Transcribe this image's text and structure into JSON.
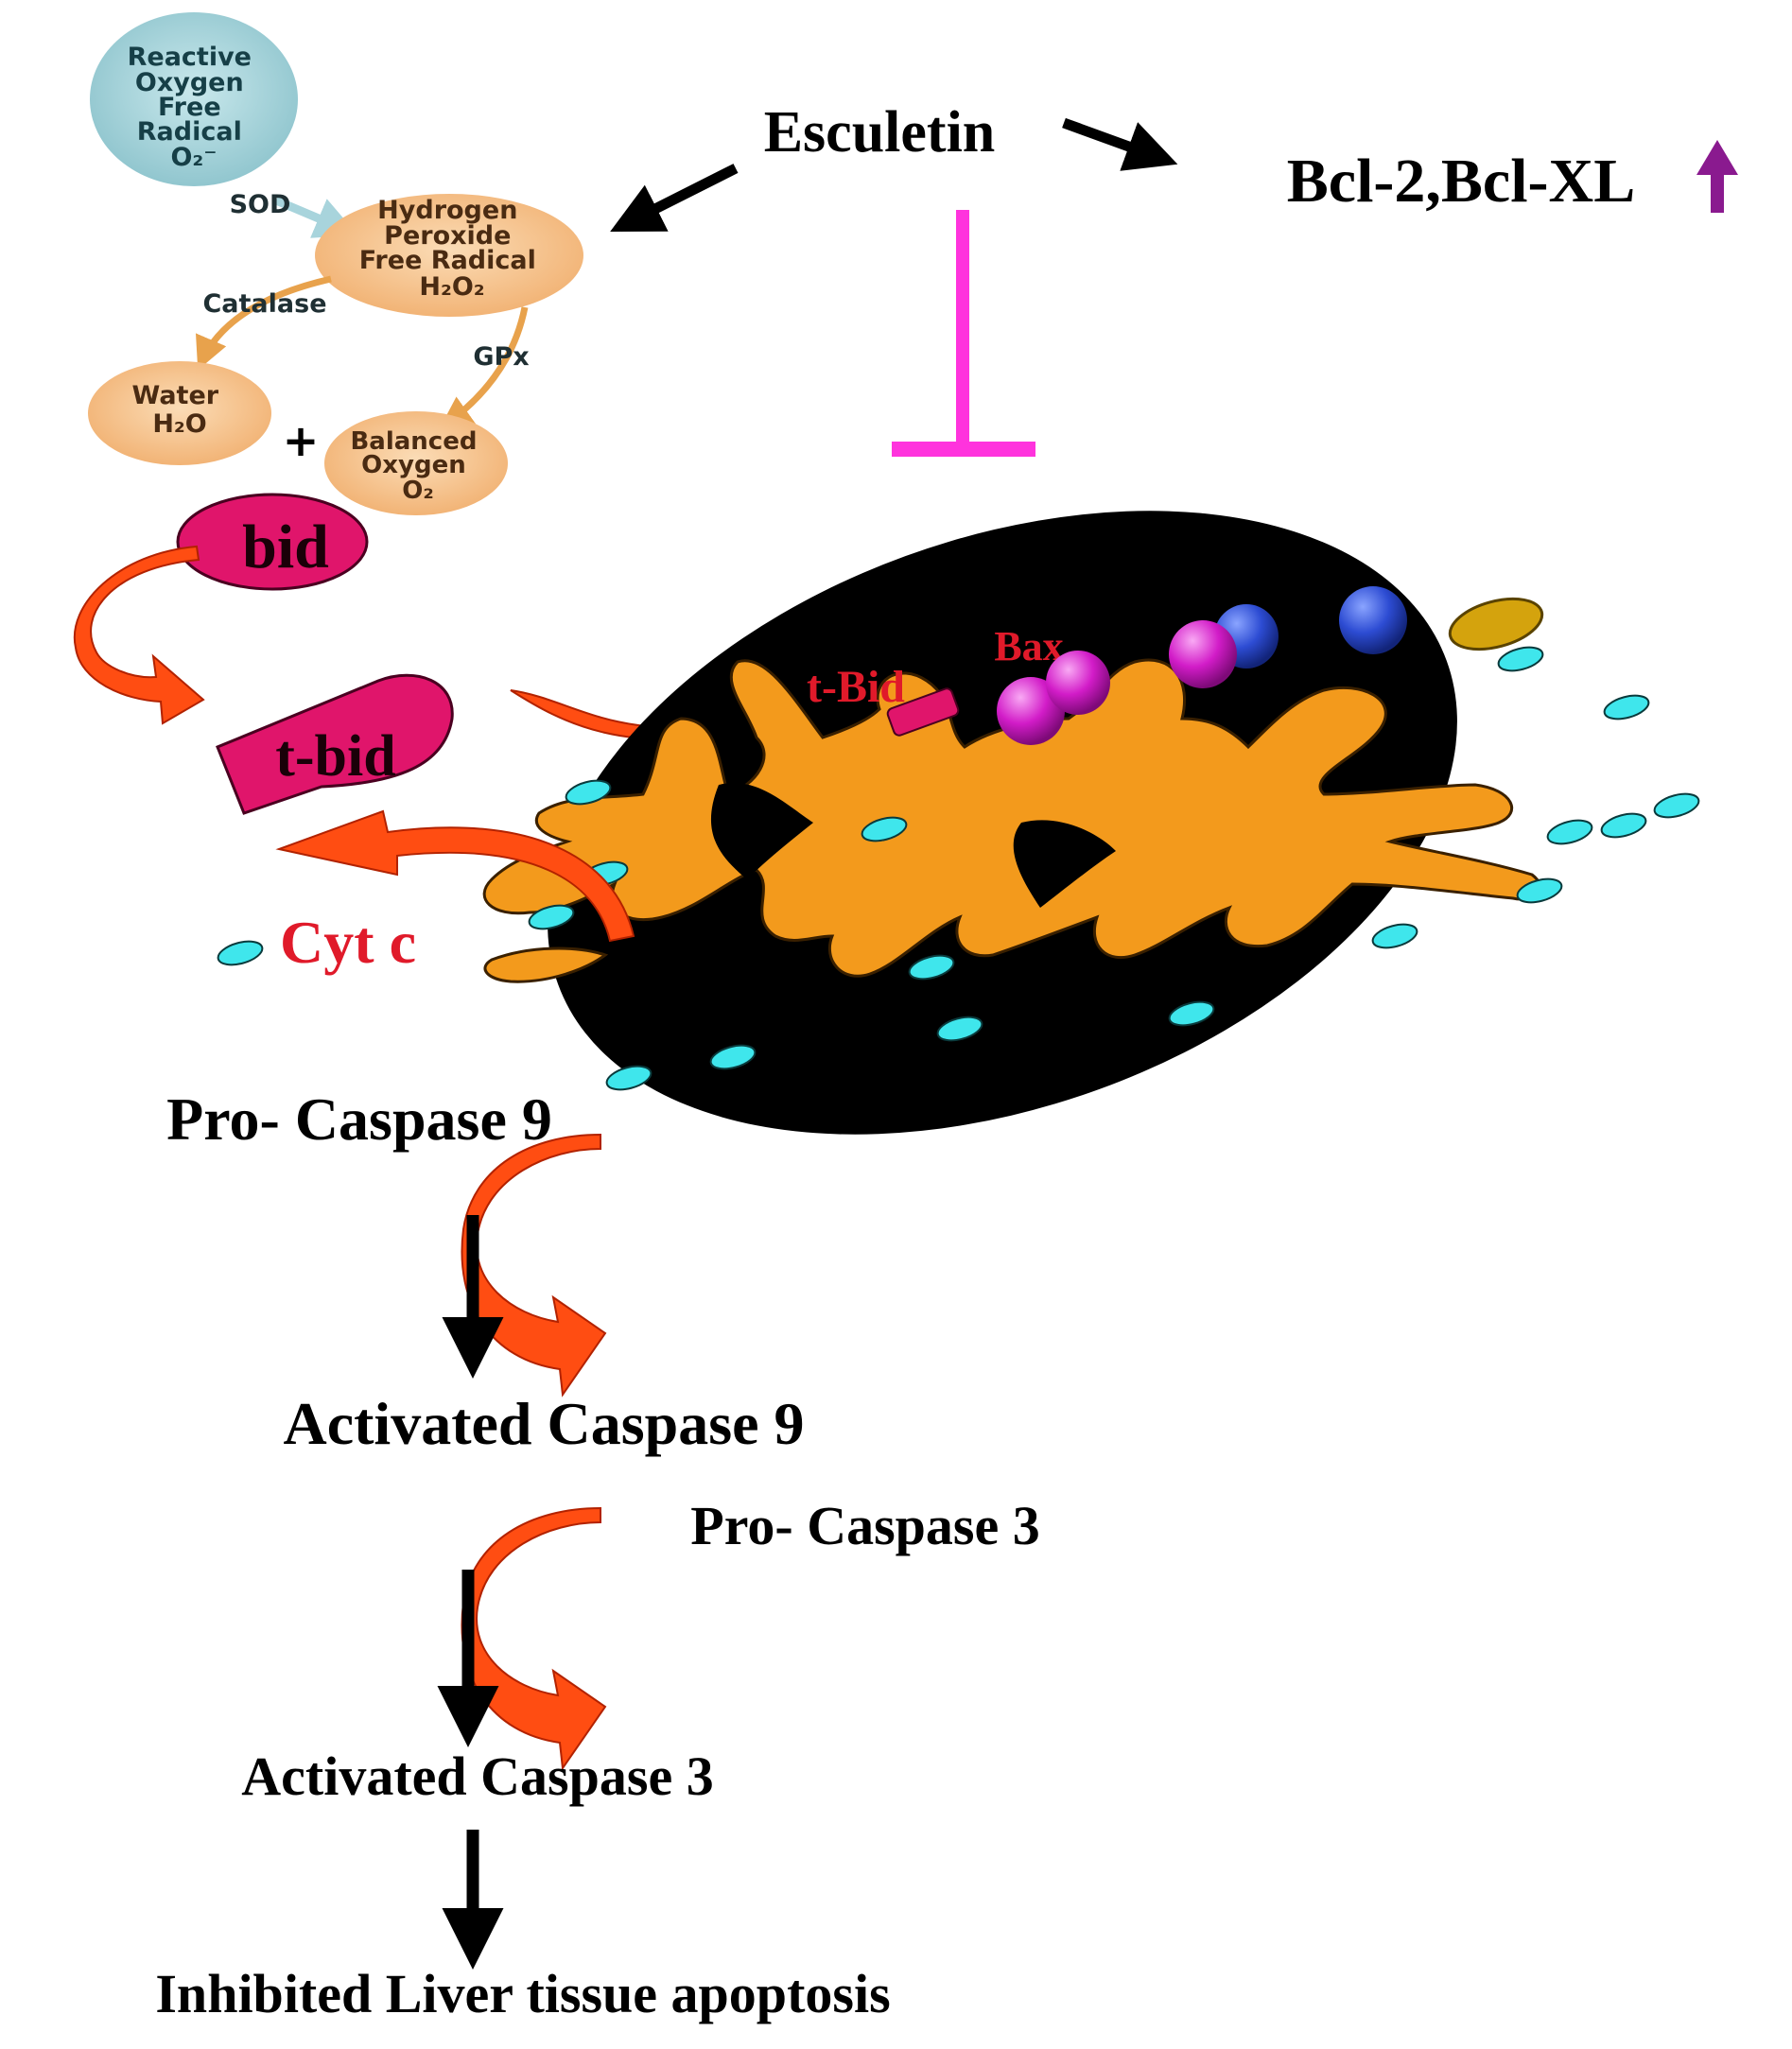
{
  "ros_cycle": {
    "superoxide": [
      "Reactive",
      "Oxygen",
      "Free",
      "Radical",
      "O₂⁻"
    ],
    "sod": "SOD",
    "peroxide": [
      "Hydrogen",
      "Peroxide",
      "Free Radical",
      "H₂O₂"
    ],
    "catalase": "Catalase",
    "gpx": "GPx",
    "water": [
      "Water",
      "H₂O"
    ],
    "plus": "+",
    "oxygen": [
      "Balanced",
      "Oxygen",
      "O₂"
    ]
  },
  "labels": {
    "esculetin": "Esculetin",
    "bcl": "Bcl-2,Bcl-XL",
    "bid": "bid",
    "tbid": "t-bid",
    "tbid_membrane": "t-Bid",
    "bax": "Bax",
    "cytc": "Cyt c",
    "pro_caspase9": "Pro- Caspase 9",
    "activated_caspase9": "Activated Caspase 9",
    "pro_caspase3": "Pro- Caspase 3",
    "activated_caspase3": "Activated Caspase 3",
    "outcome": "Inhibited Liver tissue apoptosis"
  },
  "colors": {
    "superoxide_fill": "#9fcfd6",
    "ros_fill": "#f6c28b",
    "ros_arrow": "#e8a24c",
    "sod_arrow": "#a8d4dc",
    "inhibit": "#ff33dd",
    "up_arrow": "#8a1a8f",
    "protein": "#e0156b",
    "curved_arrow": "#ff4d12",
    "mito_outer": "#000000",
    "mito_inner": "#f39a1c",
    "cyto_dots": "#3fe6ec",
    "bax_ball": "#d91ad4",
    "blue_ball": "#2e4fd6",
    "gold_ellipse": "#d4a30d",
    "label_red": "#e01a2a"
  }
}
